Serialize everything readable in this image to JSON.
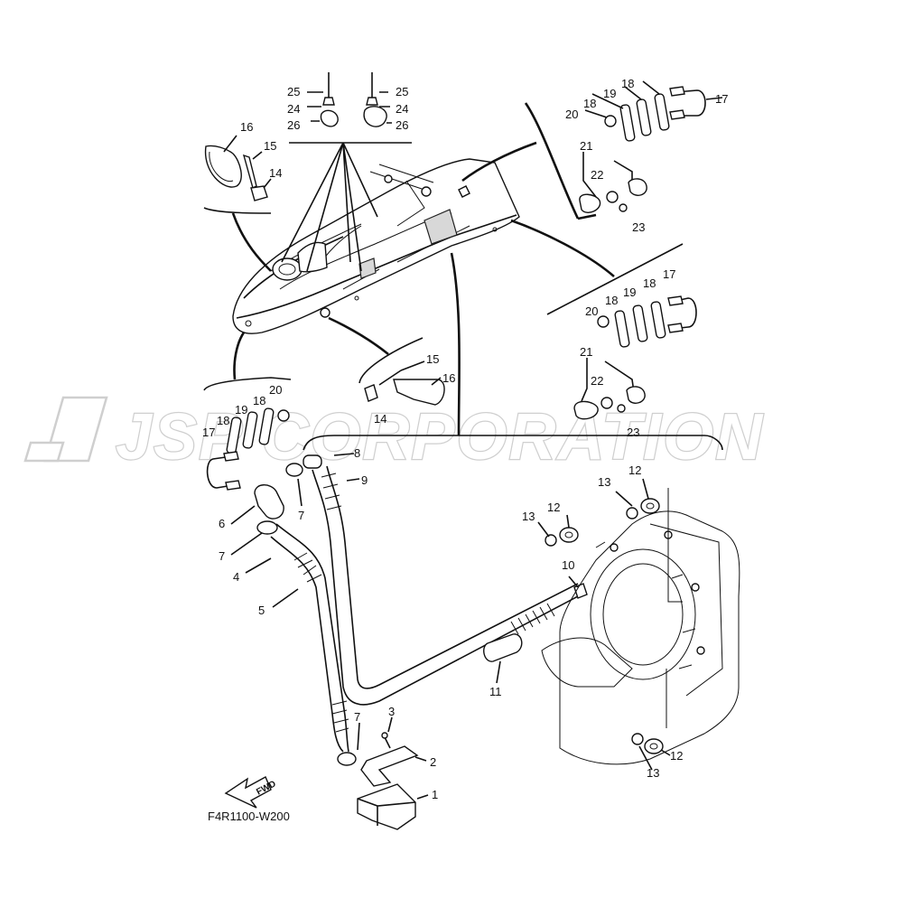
{
  "watermark": {
    "text": "JSP CORPORATION",
    "color": "#d6d6d6"
  },
  "diagram_code": "F4R1100-W200",
  "fwd_arrow_label": "FWD",
  "callouts": {
    "n1": "1",
    "n2": "2",
    "n3": "3",
    "n4": "4",
    "n5": "5",
    "n6": "6",
    "n7": "7",
    "n8": "8",
    "n9": "9",
    "n10": "10",
    "n11": "11",
    "n12": "12",
    "n13": "13",
    "n14": "14",
    "n15": "15",
    "n16": "16",
    "n17": "17",
    "n18": "18",
    "n19": "19",
    "n20": "20",
    "n21": "21",
    "n22": "22",
    "n23": "23",
    "n24": "24",
    "n25": "25",
    "n26": "26"
  }
}
